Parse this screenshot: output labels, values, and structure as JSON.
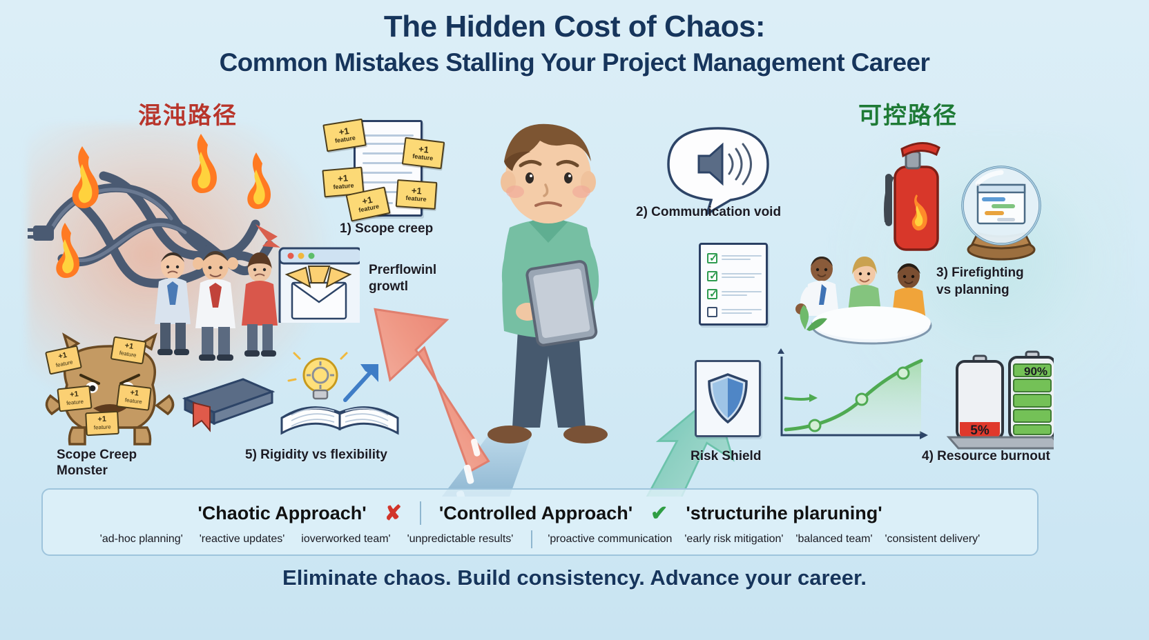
{
  "title": {
    "main": "The Hidden Cost of Chaos:",
    "sub": "Common Mistakes Stalling Your Project Management Career"
  },
  "path_labels": {
    "left": "混沌路径",
    "right": "可控路径"
  },
  "colors": {
    "background": "#d6ecf6",
    "title": "#16355c",
    "chaos_red": "#b8352b",
    "control_green": "#1e7a35",
    "x_mark": "#d1342a",
    "check_mark": "#2f9e44",
    "sticky_yellow": "#fcd976",
    "chaos_arrow": "#e8796a",
    "control_arrow": "#6cc3ab"
  },
  "items": [
    {
      "id": "scope-creep",
      "label": "1) Scope creep"
    },
    {
      "id": "communication-void",
      "label": "2) Communication void"
    },
    {
      "id": "firefighting",
      "label": "3) Firefighting\nvs planning"
    },
    {
      "id": "resource-burnout",
      "label": "4) Resource burnout"
    },
    {
      "id": "rigidity",
      "label": "5) Rigidity vs flexibility"
    }
  ],
  "captions": {
    "scope_creep": "1) Scope creep",
    "communication_void": "2) Communication void",
    "firefighting_line1": "3) Firefighting",
    "firefighting_line2": "vs planning",
    "resource_burnout": "4) Resource burnout",
    "rigidity": "5) Rigidity vs flexibility",
    "overflow_line1": "Prerflowinl",
    "overflow_line2": "growtl",
    "monster_line1": "Scope Creep",
    "monster_line2": "Monster",
    "risk_shield": "Risk Shield"
  },
  "sticky_note": {
    "plus": "+1",
    "word": "feature",
    "count": 5
  },
  "battery": {
    "low": "5%",
    "high": "90%"
  },
  "panel": {
    "chaotic_label": "'Chaotic Approach'",
    "chaotic_mark": "✘",
    "controlled_label": "'Controlled Approach'",
    "controlled_mark": "✔",
    "structured_label": "'structurihe plaruning'",
    "chaotic_tags": [
      "'ad-hoc planning'",
      "'reactive updates'",
      "ioverworked team'",
      "'unpredictable results'"
    ],
    "controlled_tags": [
      "'proactive communication",
      "'early risk mitigation'",
      "'balanced team'",
      "'consistent delivery'"
    ]
  },
  "footer": {
    "tagline": "Eliminate chaos. Build consistency. Advance your career."
  },
  "icons": {
    "flame": "flame-icon",
    "cables": "tangled-cables-icon",
    "document": "document-icon",
    "sticky": "sticky-note-icon",
    "monster": "monster-icon",
    "books": "books-icon",
    "lightbulb": "lightbulb-icon",
    "speaker": "speaker-icon",
    "checklist": "checklist-icon",
    "shield": "shield-icon",
    "extinguisher": "fire-extinguisher-icon",
    "crystal_ball": "crystal-ball-icon",
    "battery_low": "battery-low-icon",
    "battery_high": "battery-high-icon",
    "growth_chart": "growth-chart-icon",
    "person": "person-with-tablet-icon",
    "arrow_left": "chaos-road-arrow",
    "arrow_right": "control-road-arrow"
  }
}
